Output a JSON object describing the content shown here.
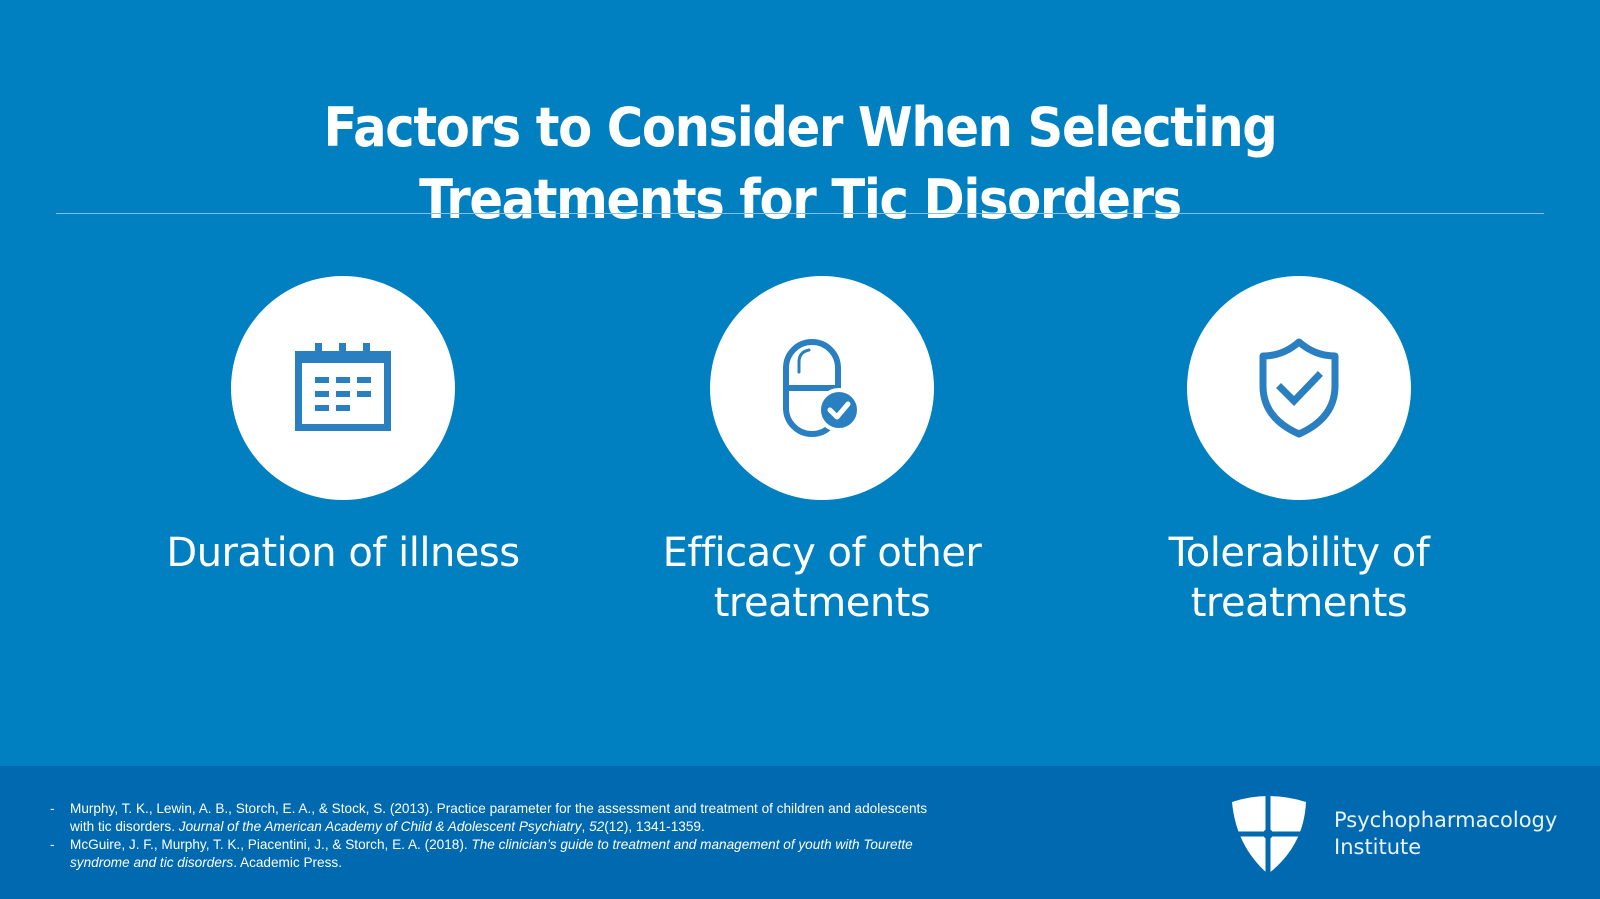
{
  "slide": {
    "title_line1": "Factors to Consider When Selecting",
    "title_line2": "Treatments for Tic Disorders",
    "colors": {
      "background": "#0080C0",
      "footer_background": "#0069AF",
      "icon_blue": "#2A7FC1",
      "circle": "#FFFFFF",
      "text": "#FFFFFF"
    }
  },
  "factors": [
    {
      "icon": "calendar-icon",
      "label_line1": "Duration of illness",
      "label_line2": ""
    },
    {
      "icon": "pill-check-icon",
      "label_line1": "Efficacy of other",
      "label_line2": "treatments"
    },
    {
      "icon": "shield-check-icon",
      "label_line1": "Tolerability of",
      "label_line2": "treatments"
    }
  ],
  "references": [
    {
      "bullet": "-",
      "part1": "Murphy, T. K., Lewin, A. B., Storch, E. A., & Stock, S. (2013). Practice parameter for the assessment and treatment of children and adolescents with tic disorders. ",
      "italic": "Journal of the American Academy of Child & Adolescent Psychiatry",
      "part2": ", ",
      "italic2": "52",
      "part3": "(12), 1341-1359."
    },
    {
      "bullet": "-",
      "part1": "McGuire, J. F., Murphy, T. K., Piacentini, J., & Storch, E. A. (2018). ",
      "italic": "The clinician’s guide to treatment and management of youth with Tourette syndrome and tic disorders",
      "part2": ". Academic Press.",
      "italic2": "",
      "part3": ""
    }
  ],
  "logo": {
    "icon": "shield-cross-logo-icon",
    "line1": "Psychopharmacology",
    "line2": "Institute"
  }
}
